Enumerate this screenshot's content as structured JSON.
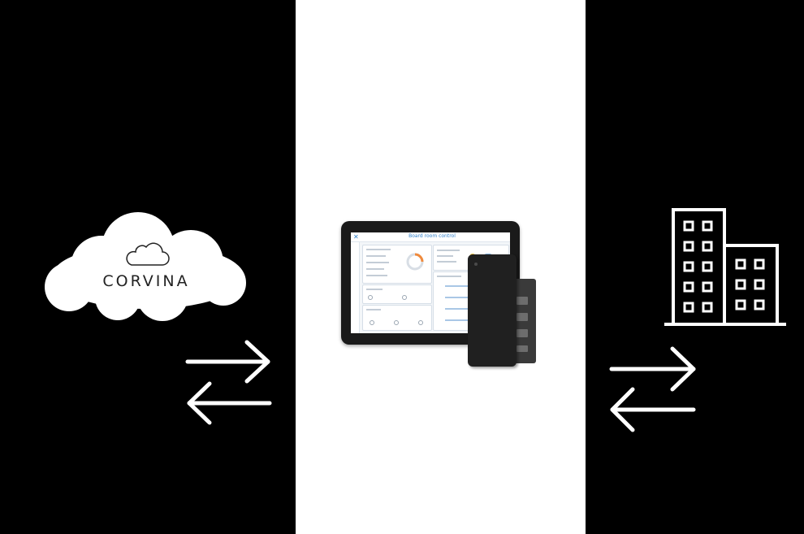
{
  "cloud": {
    "brand_text": "CORVINA",
    "icon": "cloud-icon"
  },
  "center": {
    "device_icon": "tablet-and-gateway-device",
    "tablet_title": "Board room control"
  },
  "right": {
    "icon": "buildings-icon"
  },
  "connectors": {
    "left_icon": "bidirectional-arrows-icon",
    "right_icon": "bidirectional-arrows-icon"
  },
  "colors": {
    "left_bg": "#000000",
    "center_bg": "#ffffff",
    "right_bg": "#000000",
    "icon_stroke": "#ffffff"
  }
}
